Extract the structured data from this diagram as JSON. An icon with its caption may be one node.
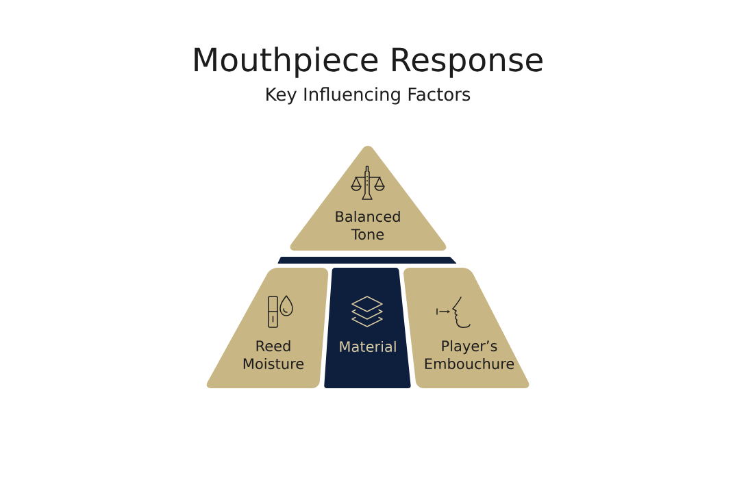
{
  "diagram": {
    "title": "Mouthpiece Response",
    "nodes": [
      {
        "text": [
          "Balanced Tone"
        ]
      },
      {
        "text": [
          "Reed Moisture"
        ]
      },
      {
        "text": [
          "Material"
        ]
      },
      {
        "text": [
          "Player’s Embouchure"
        ]
      }
    ],
    "labels": [
      "Key Influencing Factors"
    ]
  }
}
